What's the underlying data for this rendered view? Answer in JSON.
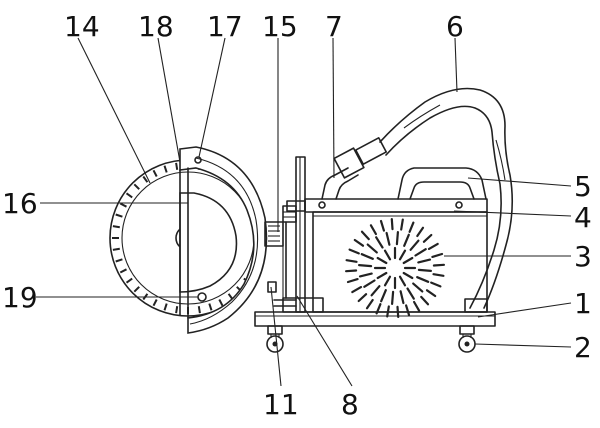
{
  "figure": {
    "labels": {
      "l14": "14",
      "l18": "18",
      "l17": "17",
      "l15": "15",
      "l7": "7",
      "l6": "6",
      "l16": "16",
      "l5": "5",
      "l4": "4",
      "l3": "3",
      "l19": "19",
      "l1": "1",
      "l2": "2",
      "l11": "11",
      "l8": "8"
    }
  }
}
